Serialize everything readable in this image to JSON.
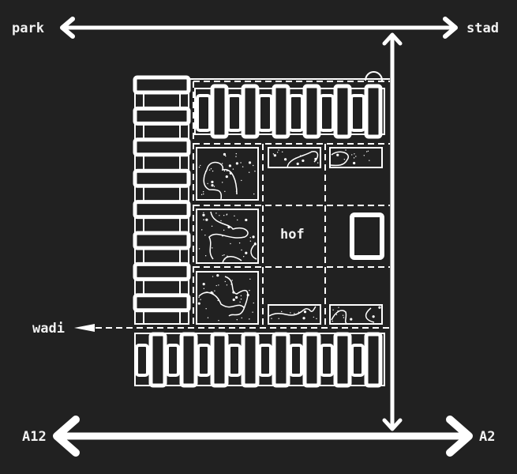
{
  "labels": {
    "top_left": "park",
    "top_right": "stad",
    "bottom_left": "A12",
    "bottom_right": "A2",
    "water": "wadi",
    "courtyard": "hof"
  },
  "colors": {
    "background": "#212121",
    "lines": "#ffffff"
  }
}
